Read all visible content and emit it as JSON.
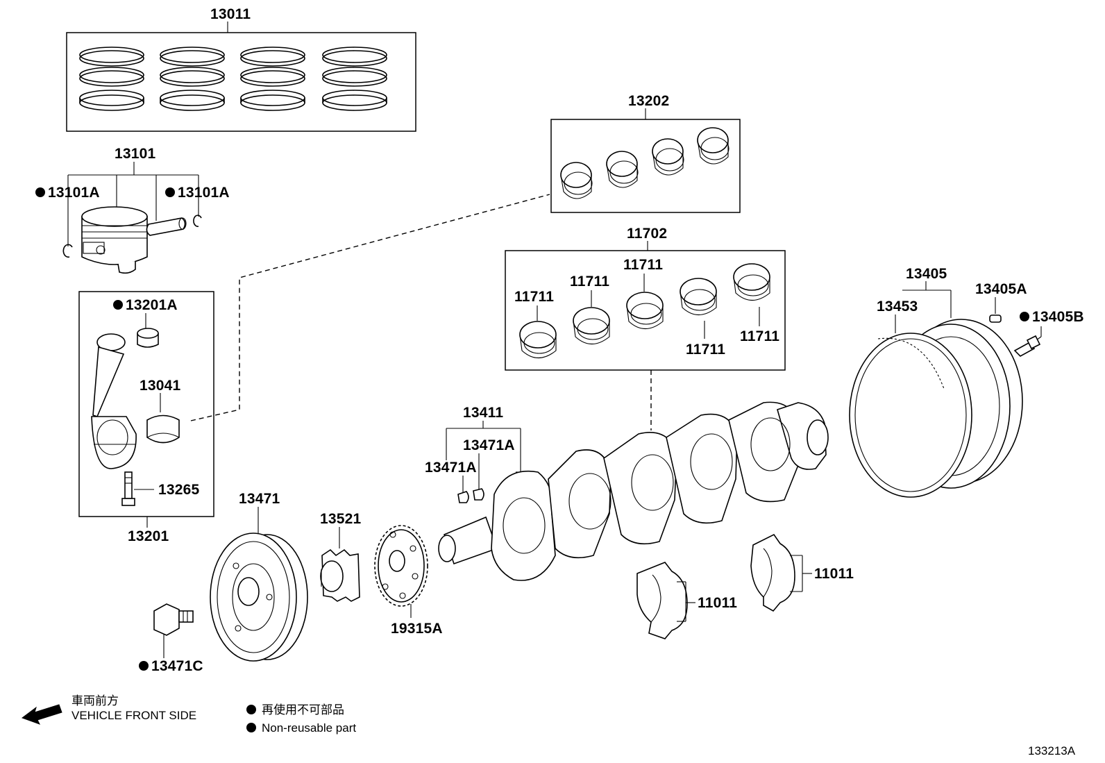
{
  "labels": {
    "piston_ring_set": "13011",
    "piston_sub_assy": "13101",
    "snap_ring_left": "13101A",
    "snap_ring_right": "13101A",
    "conn_rod_bearing_box": "13202",
    "crank_bearing_set": "11702",
    "bearing_1": "11711",
    "bearing_2": "11711",
    "bearing_3": "11711",
    "bearing_4": "11711",
    "bearing_5": "11711",
    "conn_rod_bushing": "13201A",
    "conn_rod_bearing": "13041",
    "conn_rod_bolt": "13265",
    "conn_rod_assy": "13201",
    "crank_key_group": "13411",
    "crank_key_a": "13471A",
    "crank_key_b": "13471A",
    "pulley": "13471",
    "pulley_bolt": "13471C",
    "crank_gear": "13521",
    "timing_rotor": "19315A",
    "thrust_washer_1": "11011",
    "thrust_washer_2": "11011",
    "flywheel": "13405",
    "ring_gear": "13453",
    "flywheel_pin": "13405A",
    "flywheel_bolt": "13405B"
  },
  "legend": {
    "direction_jp": "車両前方",
    "direction_en": "VEHICLE FRONT SIDE",
    "nonreusable_jp": "再使用不可部品",
    "nonreusable_en": "Non-reusable part"
  },
  "figure_id": "133213A",
  "colors": {
    "ink": "#000000",
    "paper": "#ffffff"
  }
}
